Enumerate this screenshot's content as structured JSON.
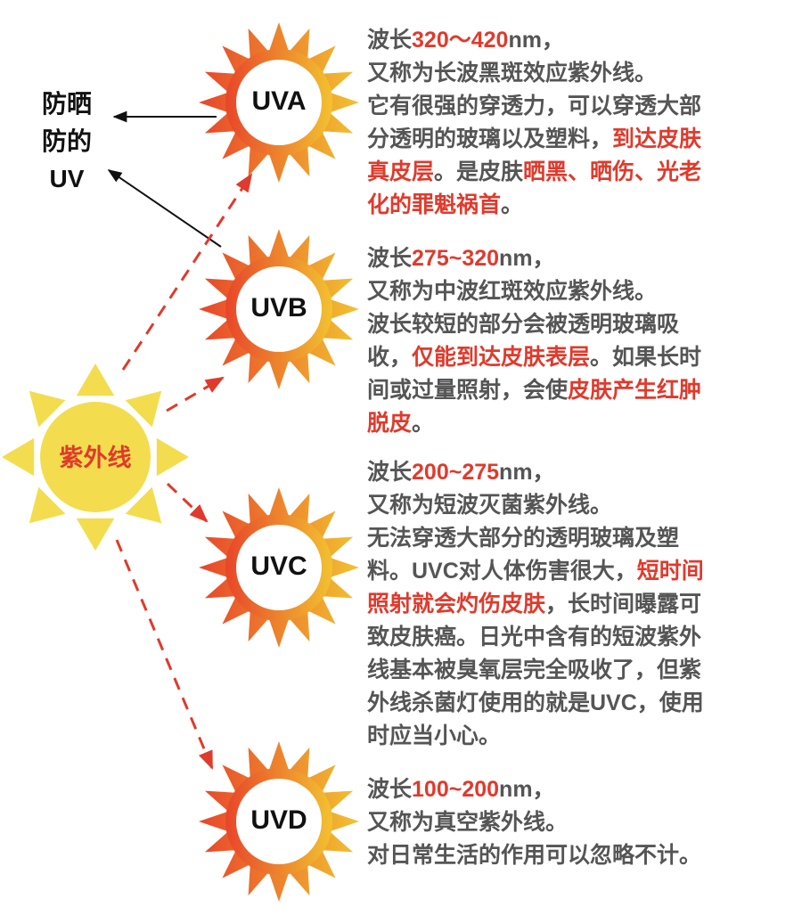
{
  "protect_label": [
    "防晒",
    "防的",
    "UV"
  ],
  "main_sun": {
    "label": "紫外线"
  },
  "colors": {
    "red": "#e03a2c",
    "gray_text": "#555555",
    "sun_yellow": "#f3dd4f",
    "ray_start": "#e8452a",
    "ray_end": "#f2c230"
  },
  "uv_types": [
    {
      "label": "UVA",
      "lines": [
        [
          {
            "t": "波长"
          },
          {
            "t": "320～420",
            "red": true
          },
          {
            "t": "nm，"
          }
        ],
        [
          {
            "t": "又称为长波黑斑效应紫外线。"
          }
        ],
        [
          {
            "t": "它有很强的穿透力，可以穿透大部"
          }
        ],
        [
          {
            "t": "分透明的玻璃以及塑料，"
          },
          {
            "t": "到达皮肤",
            "red": true
          }
        ],
        [
          {
            "t": "真皮层",
            "red": true
          },
          {
            "t": "。是皮肤"
          },
          {
            "t": "晒黑、晒伤、光老",
            "red": true
          }
        ],
        [
          {
            "t": "化的罪魁祸首",
            "red": true
          },
          {
            "t": "。"
          }
        ]
      ]
    },
    {
      "label": "UVB",
      "lines": [
        [
          {
            "t": "波长"
          },
          {
            "t": "275~320",
            "red": true
          },
          {
            "t": "nm，"
          }
        ],
        [
          {
            "t": "又称为中波红斑效应紫外线。"
          }
        ],
        [
          {
            "t": "波长较短的部分会被透明玻璃吸"
          }
        ],
        [
          {
            "t": "收，"
          },
          {
            "t": "仅能到达皮肤表层",
            "red": true
          },
          {
            "t": "。如果长时"
          }
        ],
        [
          {
            "t": "间或过量照射，会使"
          },
          {
            "t": "皮肤产生红肿",
            "red": true
          }
        ],
        [
          {
            "t": "脱皮",
            "red": true
          },
          {
            "t": "。"
          }
        ]
      ]
    },
    {
      "label": "UVC",
      "lines": [
        [
          {
            "t": "波长"
          },
          {
            "t": "200~275",
            "red": true
          },
          {
            "t": "nm，"
          }
        ],
        [
          {
            "t": "又称为短波灭菌紫外线。"
          }
        ],
        [
          {
            "t": "无法穿透大部分的透明玻璃及塑"
          }
        ],
        [
          {
            "t": "料。UVC对人体伤害很大，"
          },
          {
            "t": "短时间",
            "red": true
          }
        ],
        [
          {
            "t": "照射就会灼伤皮肤",
            "red": true
          },
          {
            "t": "，长时间曝露可"
          }
        ],
        [
          {
            "t": "致皮肤癌。日光中含有的短波紫外"
          }
        ],
        [
          {
            "t": "线基本被臭氧层完全吸收了，但紫"
          }
        ],
        [
          {
            "t": "外线杀菌灯使用的就是UVC，使用"
          }
        ],
        [
          {
            "t": "时应当小心。"
          }
        ]
      ]
    },
    {
      "label": "UVD",
      "lines": [
        [
          {
            "t": "波长"
          },
          {
            "t": "100~200",
            "red": true
          },
          {
            "t": "nm，"
          }
        ],
        [
          {
            "t": "又称为真空紫外线。"
          }
        ],
        [
          {
            "t": "对日常生活的作用可以忽略不计。"
          }
        ]
      ]
    }
  ]
}
